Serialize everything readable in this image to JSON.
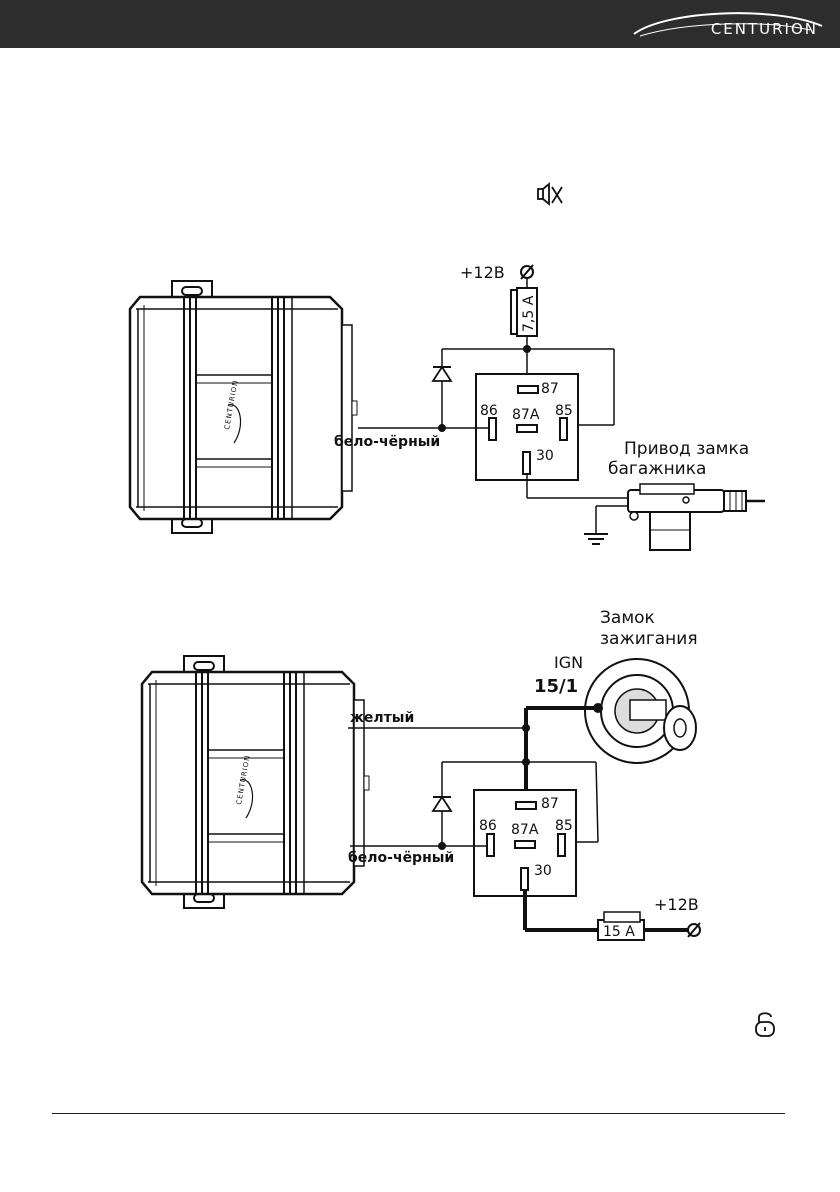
{
  "header": {
    "brand": "CENTURION",
    "bg_color": "#2d2d2d"
  },
  "icons": {
    "top": "speaker-mute-icon",
    "bottom": "padlock-unlocked-icon"
  },
  "diagram1": {
    "power_label": "+12В",
    "fuse_label": "7,5 A",
    "wire_label": "бело-чёрный",
    "relay_pins": {
      "p87": "87",
      "p87a": "87A",
      "p86": "86",
      "p85": "85",
      "p30": "30"
    },
    "actuator_label_line1": "Привод замка",
    "actuator_label_line2": "багажника",
    "unit_brand": "CENTURION"
  },
  "diagram2": {
    "ignition_label_line1": "Замок",
    "ignition_label_line2": "зажигания",
    "ign_label": "IGN",
    "ign_terminal": "15/1",
    "wire_yellow_label": "желтый",
    "wire_label": "бело-чёрный",
    "relay_pins": {
      "p87": "87",
      "p87a": "87A",
      "p86": "86",
      "p85": "85",
      "p30": "30"
    },
    "power_label": "+12В",
    "fuse_label": "15 A",
    "unit_brand": "CENTURION"
  }
}
